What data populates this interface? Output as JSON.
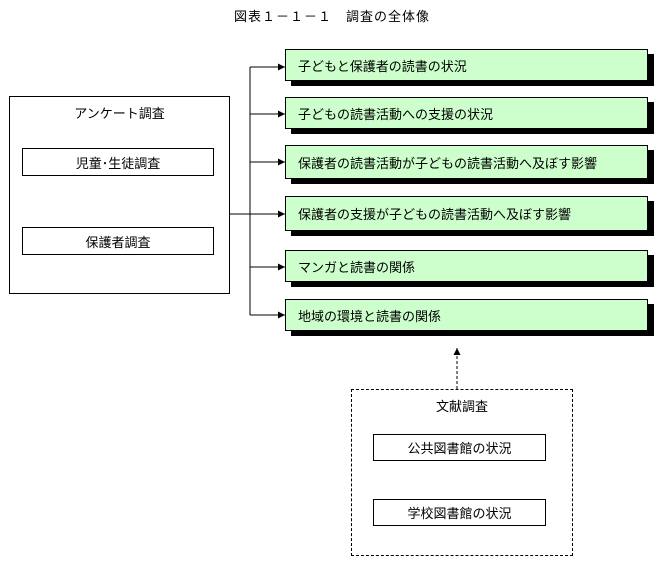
{
  "title": "図表１－１－１　調査の全体像",
  "questionnaire": {
    "heading": "アンケート調査",
    "items": [
      "児童･生徒調査",
      "保護者調査"
    ]
  },
  "outcomes": [
    "子どもと保護者の読書の状況",
    "子どもの読書活動への支援の状況",
    "保護者の読書活動が子どもの読書活動へ及ぼす影響",
    "保護者の支援が子どもの読書活動へ及ぼす影響",
    "マンガと読書の関係",
    "地域の環境と読書の関係"
  ],
  "literature": {
    "heading": "文献調査",
    "items": [
      "公共図書館の状況",
      "学校図書館の状況"
    ]
  }
}
